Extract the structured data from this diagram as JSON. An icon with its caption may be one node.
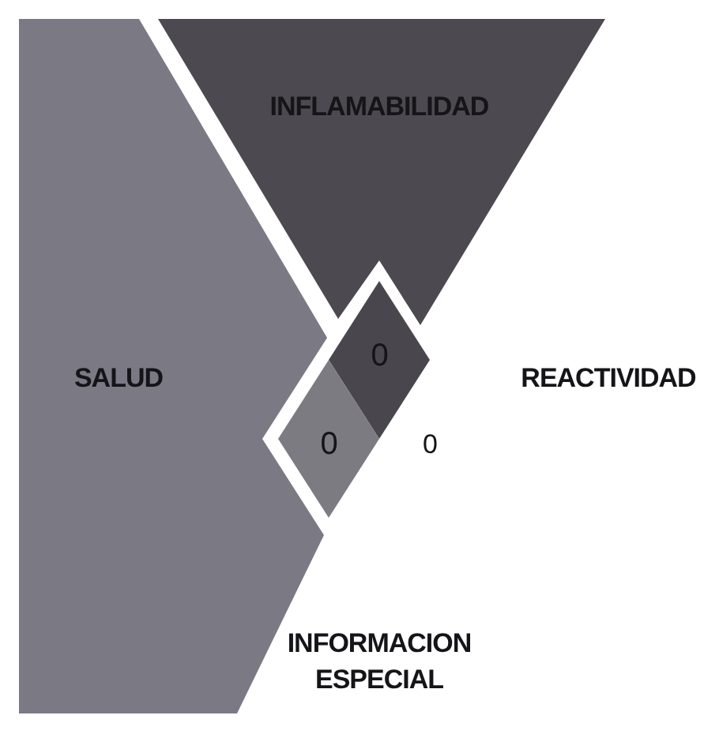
{
  "diagram": {
    "nodes": [
      {
        "text": [
          "SALUD"
        ]
      },
      {
        "text": [
          "INFLAMABILIDAD"
        ]
      },
      {
        "text": [
          "0"
        ]
      },
      {
        "text": [
          "0"
        ]
      }
    ],
    "labels": [
      "REACTIVIDAD",
      "0",
      "INFORMACION ESPECIAL"
    ]
  }
}
